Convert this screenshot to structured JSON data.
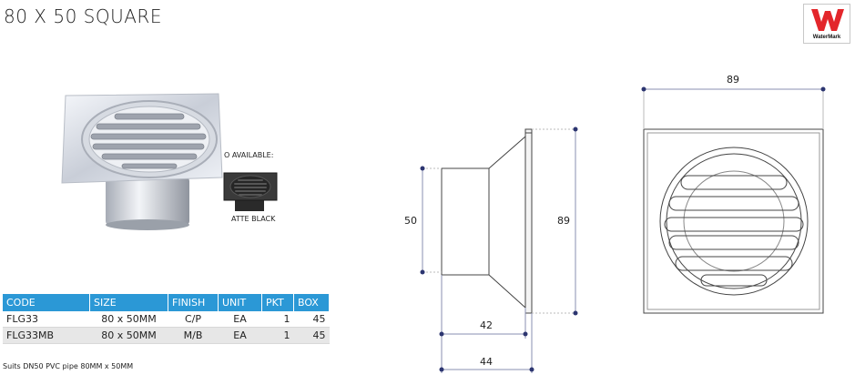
{
  "header": {
    "title": "80 X 50 SQUARE"
  },
  "logo": {
    "text": "WaterMark",
    "color": "#e3262b"
  },
  "product": {
    "available_note": "O AVAILABLE:",
    "variant_label": "ATTE BLACK"
  },
  "spec_table": {
    "header_color": "#2b98d6",
    "columns": [
      "CODE",
      "SIZE",
      "FINISH",
      "UNIT",
      "PKT",
      "BOX"
    ],
    "rows": [
      [
        "FLG33",
        "80 x 50MM",
        "C/P",
        "EA",
        "1",
        "45"
      ],
      [
        "FLG33MB",
        "80 x 50MM",
        "M/B",
        "EA",
        "1",
        "45"
      ]
    ]
  },
  "note": "Suits DN50 PVC pipe 80MM x 50MM",
  "dimensions": {
    "side_height_small": "50",
    "side_height_large": "89",
    "side_width_42": "42",
    "side_width_44": "44",
    "top_width": "89"
  }
}
